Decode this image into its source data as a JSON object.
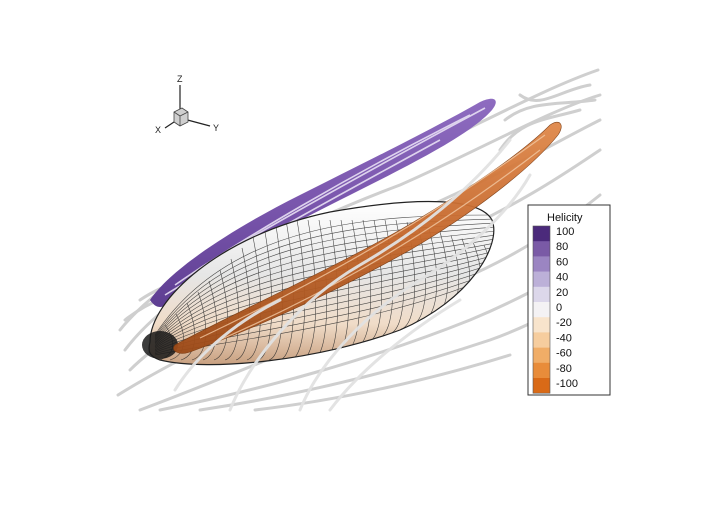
{
  "triad": {
    "z_label": "Z",
    "x_label": "X",
    "y_label": "Y"
  },
  "legend": {
    "title": "Helicity",
    "levels": [
      {
        "label": "100",
        "color": "#4b2a7b"
      },
      {
        "label": "80",
        "color": "#7a5aa6"
      },
      {
        "label": "60",
        "color": "#9b85c2"
      },
      {
        "label": "40",
        "color": "#bcb0d8"
      },
      {
        "label": "20",
        "color": "#dcd7ea"
      },
      {
        "label": "0",
        "color": "#f4f2f4"
      },
      {
        "label": "-20",
        "color": "#f8e4cc"
      },
      {
        "label": "-40",
        "color": "#f6cd9e"
      },
      {
        "label": "-60",
        "color": "#f0ad67"
      },
      {
        "label": "-80",
        "color": "#e88c3a"
      },
      {
        "label": "-100",
        "color": "#d96a17"
      }
    ]
  },
  "colors": {
    "positive_vortex": "#7d5ab0",
    "negative_vortex": "#c4662a",
    "streamline": "#c9c9c9",
    "body_mesh": "#2a2a2a"
  }
}
